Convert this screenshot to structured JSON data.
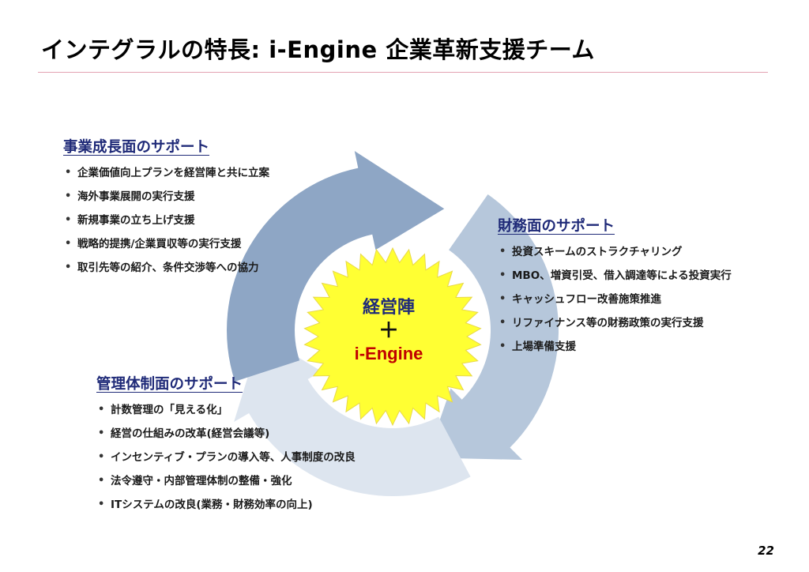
{
  "title": "インテグラルの特長: i-Engine 企業革新支援チーム",
  "center": {
    "line1": "経営陣",
    "plus": "＋",
    "line2": "i-Engine"
  },
  "sections": {
    "business": {
      "title": "事業成長面のサポート",
      "items": [
        "企業価値向上プランを経営陣と共に立案",
        "海外事業展開の実行支援",
        "新規事業の立ち上げ支援",
        "戦略的提携/企業買収等の実行支援",
        "取引先等の紹介、条件交渉等への協力"
      ]
    },
    "finance": {
      "title": "財務面のサポート",
      "items": [
        "投資スキームのストラクチャリング",
        "MBO、増資引受、借入調達等による投資実行",
        "キャッシュフロー改善施策推進",
        "リファイナンス等の財務政策の実行支援",
        "上場準備支援"
      ]
    },
    "management": {
      "title": "管理体制面のサポート",
      "items": [
        "計数管理の「見える化」",
        "経営の仕組みの改革(経営会議等)",
        "インセンティブ・プランの導入等、人事制度の改良",
        "法令遵守・内部管理体制の整備・強化",
        "ITシステムの改良(業務・財務効率の向上)"
      ]
    }
  },
  "bullet_glyph": "•",
  "page_number": "22",
  "colors": {
    "arrow_dark": "#8ea6c5",
    "arrow_mid": "#b6c7db",
    "arrow_light": "#dde5ef",
    "starburst_fill": "#ffff33",
    "starburst_stroke": "#e8d84a",
    "section_title": "#1f2a78",
    "accent_red": "#c00000",
    "title_rule": "#e3a3b3"
  }
}
